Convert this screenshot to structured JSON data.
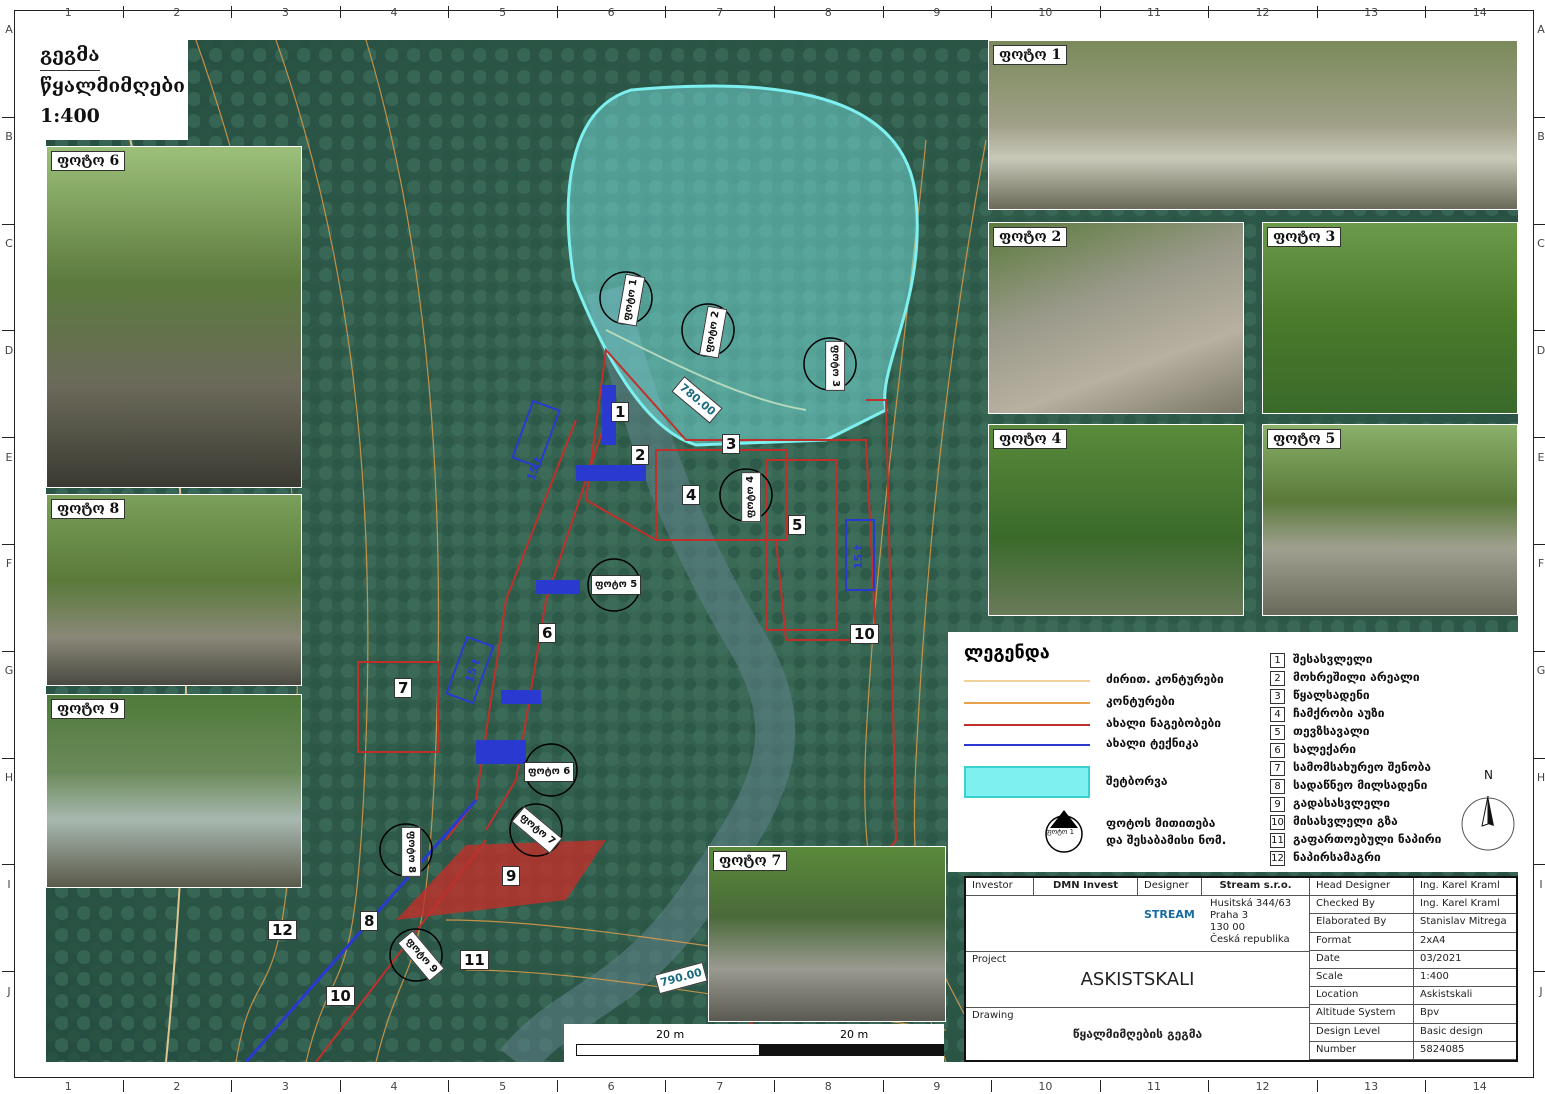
{
  "title": {
    "line1": "გეგმა",
    "line2": "წყალმიმღები",
    "scale": "1:400"
  },
  "grid": {
    "columns": [
      "1",
      "2",
      "3",
      "4",
      "5",
      "6",
      "7",
      "8",
      "9",
      "10",
      "11",
      "12",
      "13",
      "14"
    ],
    "rows": [
      "A",
      "B",
      "C",
      "D",
      "E",
      "F",
      "G",
      "H",
      "I",
      "J"
    ]
  },
  "photos": [
    {
      "id": "photo-1",
      "label": "ფოტო 1"
    },
    {
      "id": "photo-2",
      "label": "ფოტო 2"
    },
    {
      "id": "photo-3",
      "label": "ფოტო 3"
    },
    {
      "id": "photo-4",
      "label": "ფოტო 4"
    },
    {
      "id": "photo-5",
      "label": "ფოტო 5"
    },
    {
      "id": "photo-6",
      "label": "ფოტო 6"
    },
    {
      "id": "photo-7",
      "label": "ფოტო 7"
    },
    {
      "id": "photo-8",
      "label": "ფოტო 8"
    },
    {
      "id": "photo-9",
      "label": "ფოტო 9"
    }
  ],
  "map_labels": {
    "structures": [
      "1",
      "2",
      "3",
      "4",
      "5",
      "6",
      "7",
      "8",
      "9",
      "10",
      "10",
      "11",
      "12"
    ],
    "elevations": [
      "780.00",
      "790.00"
    ],
    "crane": "15 t",
    "photo_markers": [
      "ფოტო 1",
      "ფოტო 2",
      "ფოტო 3",
      "ფოტო 4",
      "ფოტო 5",
      "ფოტო 6",
      "ფოტო 7",
      "ფოტო 8",
      "ფოტო 9"
    ]
  },
  "legend": {
    "heading": "ლეგენდა",
    "lines": [
      {
        "label": "ძირით. კონტურები",
        "color": "#f0d19a"
      },
      {
        "label": "კონტურები",
        "color": "#e8a04a"
      },
      {
        "label": "ახალი ნაგებობები",
        "color": "#c0302a"
      },
      {
        "label": "ახალი ტექნიკა",
        "color": "#2a3ad0"
      }
    ],
    "reservoir": {
      "label": "შეტბორვა",
      "color": "#7ef0f0"
    },
    "marker": {
      "label1": "ფოტოს მითითება",
      "label2": "და შესაბამისი ნომ.",
      "sample": "ფოტო 1"
    },
    "numbered": [
      {
        "n": "1",
        "label": "შესასვლელი"
      },
      {
        "n": "2",
        "label": "მოხრეშილი არეალი"
      },
      {
        "n": "3",
        "label": "წყალსადენი"
      },
      {
        "n": "4",
        "label": "ჩამქრობი აუზი"
      },
      {
        "n": "5",
        "label": "თევზსავალი"
      },
      {
        "n": "6",
        "label": "სალექარი"
      },
      {
        "n": "7",
        "label": "სამომსახურეო შენობა"
      },
      {
        "n": "8",
        "label": "სადაწნეო მილსადენი"
      },
      {
        "n": "9",
        "label": "გადასასვლელი"
      },
      {
        "n": "10",
        "label": "მისასვლელი გზა"
      },
      {
        "n": "11",
        "label": "გაფართოებული ნაპირი"
      },
      {
        "n": "12",
        "label": "ნაპირსამაგრი"
      }
    ],
    "north": "N"
  },
  "titleblock": {
    "investor_label": "Investor",
    "investor": "DMN Invest",
    "designer_label": "Designer",
    "designer": "Stream s.r.o.",
    "logo": "STREAM",
    "address": [
      "Husitská 344/63",
      "Praha 3",
      "130 00",
      "Česká republika"
    ],
    "project_label": "Project",
    "project": "ASKISTSKALI",
    "drawing_label": "Drawing",
    "drawing": "წყალმიმღების გეგმა",
    "fields": [
      {
        "k": "Head Designer",
        "v": "Ing. Karel Kraml"
      },
      {
        "k": "Checked By",
        "v": "Ing. Karel Kraml"
      },
      {
        "k": "Elaborated By",
        "v": "Stanislav Mitrega"
      },
      {
        "k": "Format",
        "v": "2xA4"
      },
      {
        "k": "Date",
        "v": "03/2021"
      },
      {
        "k": "Scale",
        "v": "1:400"
      },
      {
        "k": "Location",
        "v": "Askistskali"
      },
      {
        "k": "Altitude System",
        "v": "Bpv"
      },
      {
        "k": "Design Level",
        "v": "Basic design"
      },
      {
        "k": "Number",
        "v": "5824085"
      }
    ]
  },
  "scalebar": {
    "left": "20 m",
    "right": "20 m"
  },
  "colors": {
    "reservoir": "#7ef0f0",
    "structure": "#c0302a",
    "equipment": "#2a3ad0",
    "forest": "#2e5a4c"
  }
}
